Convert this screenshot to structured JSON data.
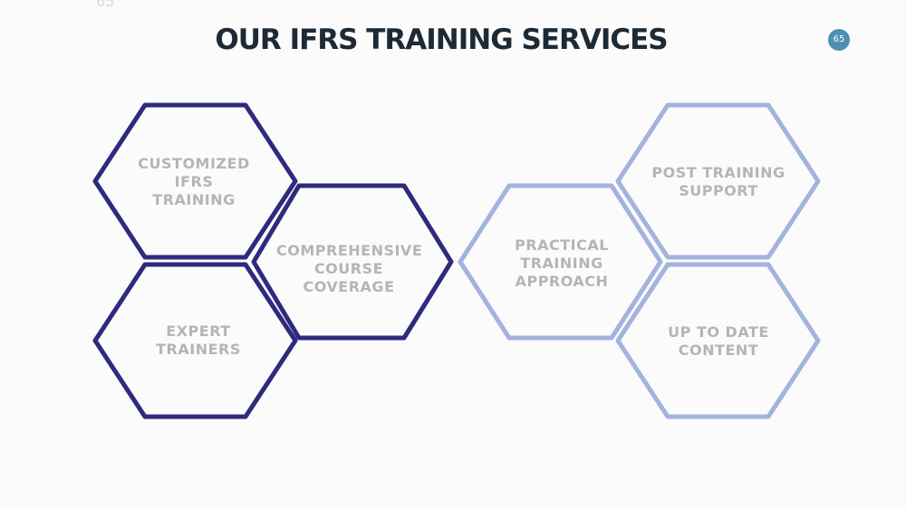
{
  "slide": {
    "ghost_number": "65",
    "title": "OUR IFRS TRAINING SERVICES",
    "page_number": "65"
  },
  "colors": {
    "title": "#1d2a36",
    "hex_dark": "#2e2a7e",
    "hex_light": "#a3b3de",
    "label": "#b5b5b5",
    "badge": "#4e8fb3"
  },
  "services": [
    {
      "label": "CUSTOMIZED\nIFRS\nTRAINING"
    },
    {
      "label": "COMPREHENSIVE\nCOURSE\nCOVERAGE"
    },
    {
      "label": "EXPERT\nTRAINERS"
    },
    {
      "label": "PRACTICAL\nTRAINING\nAPPROACH"
    },
    {
      "label": "POST TRAINING\nSUPPORT"
    },
    {
      "label": "UP TO DATE\nCONTENT"
    }
  ]
}
